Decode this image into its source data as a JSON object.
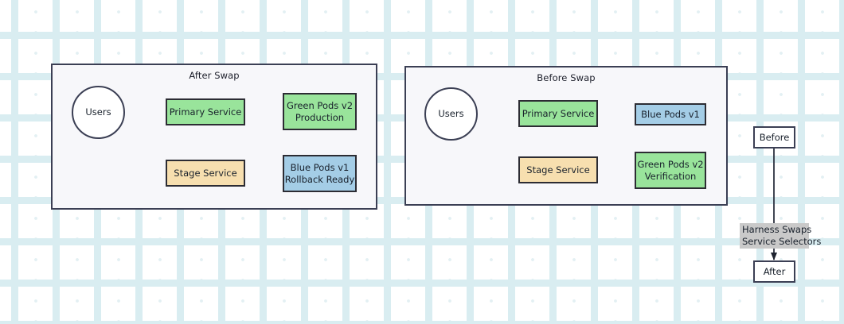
{
  "diagram": {
    "background": {
      "color": "#ffffff",
      "grid_dot_color": "#e3f0f3",
      "grid_cross_color": "#d9edf1"
    },
    "palette": {
      "green": "#99e49b",
      "blue": "#a4cde6",
      "orange": "#f7dfaf",
      "white": "#ffffff",
      "node_border": "#2c2c33",
      "frame_border": "#3b3f54",
      "cluster_fill": "#f7f7fa",
      "label_fill": "#c9c9c9",
      "edge_color": "#1f2430"
    },
    "clusters": [
      {
        "id": "after-swap",
        "title": "After Swap",
        "nodes": [
          {
            "id": "users-a",
            "label": "Users",
            "shape": "circle",
            "fill": "white"
          },
          {
            "id": "primary-a",
            "label": "Primary Service",
            "shape": "rect",
            "fill": "green"
          },
          {
            "id": "greenpods-a",
            "label": "Green Pods v2\nProduction",
            "shape": "rect",
            "fill": "green"
          },
          {
            "id": "stage-a",
            "label": "Stage Service",
            "shape": "rect",
            "fill": "orange"
          },
          {
            "id": "bluepods-a",
            "label": "Blue Pods v1\nRollback Ready",
            "shape": "rect",
            "fill": "blue"
          }
        ],
        "edges": [
          {
            "from": "users-a",
            "to": "primary-a"
          },
          {
            "from": "primary-a",
            "to": "greenpods-a"
          },
          {
            "from": "stage-a",
            "to": "bluepods-a"
          }
        ]
      },
      {
        "id": "before-swap",
        "title": "Before Swap",
        "nodes": [
          {
            "id": "users-b",
            "label": "Users",
            "shape": "circle",
            "fill": "white"
          },
          {
            "id": "primary-b",
            "label": "Primary Service",
            "shape": "rect",
            "fill": "green"
          },
          {
            "id": "bluepods-b",
            "label": "Blue Pods v1",
            "shape": "rect",
            "fill": "blue"
          },
          {
            "id": "stage-b",
            "label": "Stage Service",
            "shape": "rect",
            "fill": "orange"
          },
          {
            "id": "greenpods-b",
            "label": "Green Pods v2\nVerification",
            "shape": "rect",
            "fill": "green"
          }
        ],
        "edges": [
          {
            "from": "users-b",
            "to": "primary-b"
          },
          {
            "from": "primary-b",
            "to": "bluepods-b"
          },
          {
            "from": "stage-b",
            "to": "greenpods-b"
          }
        ]
      }
    ],
    "timeline": {
      "before_label": "Before",
      "after_label": "After",
      "transition_label_line1": "Harness Swaps",
      "transition_label_line2": "Service Selectors"
    },
    "node_text": {
      "users": "Users",
      "primary_service": "Primary Service",
      "stage_service": "Stage Service",
      "green_pods_v2_production_l1": "Green Pods v2",
      "green_pods_v2_production_l2": "Production",
      "blue_pods_v1_rollback_l1": "Blue Pods v1",
      "blue_pods_v1_rollback_l2": "Rollback Ready",
      "blue_pods_v1": "Blue Pods v1",
      "green_pods_v2_verification_l1": "Green Pods v2",
      "green_pods_v2_verification_l2": "Verification"
    },
    "titles": {
      "after_swap": "After Swap",
      "before_swap": "Before Swap"
    }
  }
}
